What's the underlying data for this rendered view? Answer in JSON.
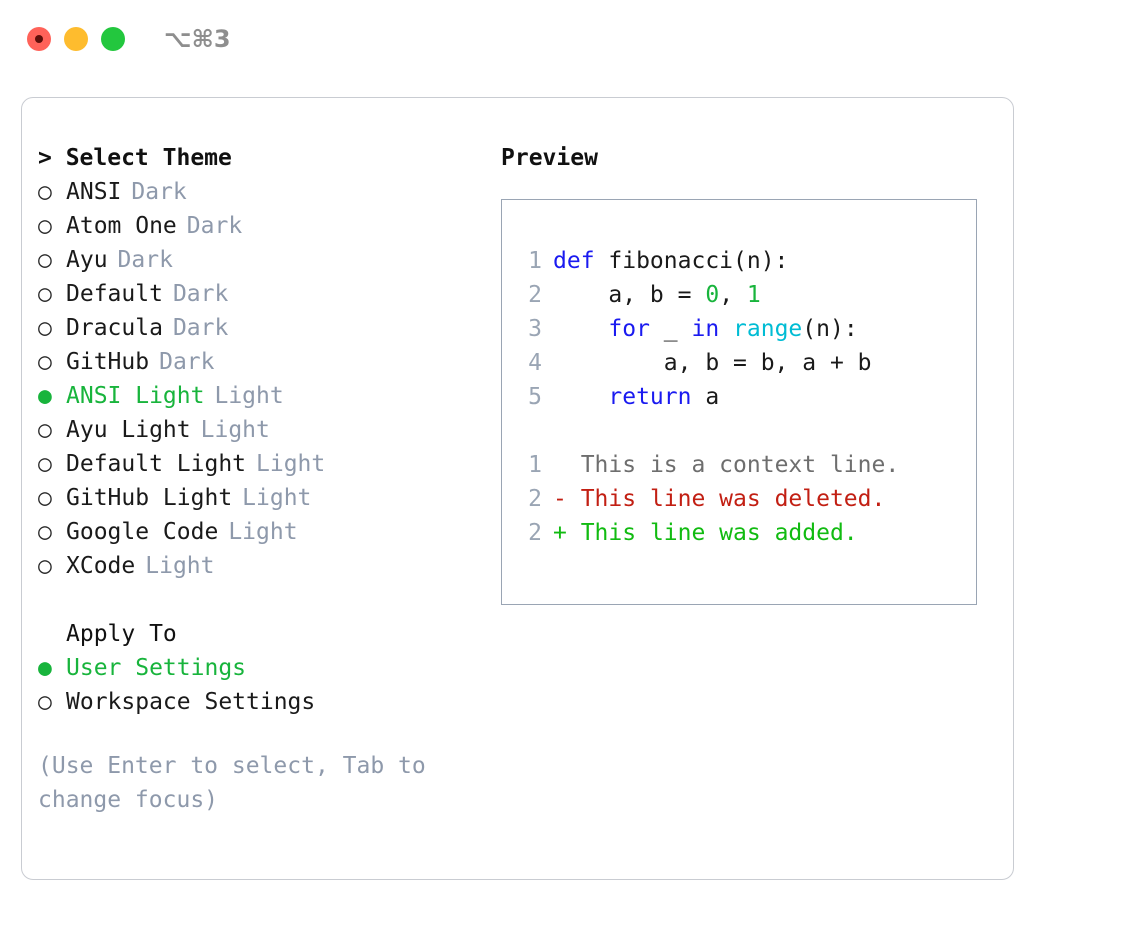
{
  "titlebar": {
    "shortcut": "⌥⌘3",
    "lights": [
      {
        "name": "close",
        "color": "#ff6259"
      },
      {
        "name": "minimize",
        "color": "#febc2e"
      },
      {
        "name": "maximize",
        "color": "#23c73e"
      }
    ]
  },
  "theme_list": {
    "header": "> Select Theme",
    "items": [
      {
        "bullet": "○",
        "name": "ANSI",
        "kind": "Dark",
        "selected": false
      },
      {
        "bullet": "○",
        "name": "Atom One",
        "kind": "Dark",
        "selected": false
      },
      {
        "bullet": "○",
        "name": "Ayu",
        "kind": "Dark",
        "selected": false
      },
      {
        "bullet": "○",
        "name": "Default",
        "kind": "Dark",
        "selected": false
      },
      {
        "bullet": "○",
        "name": "Dracula",
        "kind": "Dark",
        "selected": false
      },
      {
        "bullet": "○",
        "name": "GitHub",
        "kind": "Dark",
        "selected": false
      },
      {
        "bullet": "●",
        "name": "ANSI Light",
        "kind": "Light",
        "selected": true
      },
      {
        "bullet": "○",
        "name": "Ayu Light",
        "kind": "Light",
        "selected": false
      },
      {
        "bullet": "○",
        "name": "Default Light",
        "kind": "Light",
        "selected": false
      },
      {
        "bullet": "○",
        "name": "GitHub Light",
        "kind": "Light",
        "selected": false
      },
      {
        "bullet": "○",
        "name": "Google Code",
        "kind": "Light",
        "selected": false
      },
      {
        "bullet": "○",
        "name": "XCode",
        "kind": "Light",
        "selected": false
      }
    ]
  },
  "apply_to": {
    "header": "Apply To",
    "items": [
      {
        "bullet": "●",
        "name": "User Settings",
        "selected": true
      },
      {
        "bullet": "○",
        "name": "Workspace Settings",
        "selected": false
      }
    ]
  },
  "hint": "(Use Enter to select, Tab to change focus)",
  "preview": {
    "title": "Preview",
    "code_lines": [
      {
        "no": "1",
        "tokens": [
          {
            "t": "def ",
            "c": "kw"
          },
          {
            "t": "fibonacci(n):",
            "c": "txt"
          }
        ]
      },
      {
        "no": "2",
        "tokens": [
          {
            "t": "    a, b = ",
            "c": "txt"
          },
          {
            "t": "0",
            "c": "num"
          },
          {
            "t": ", ",
            "c": "txt"
          },
          {
            "t": "1",
            "c": "num"
          }
        ]
      },
      {
        "no": "3",
        "tokens": [
          {
            "t": "    ",
            "c": "txt"
          },
          {
            "t": "for",
            "c": "kw"
          },
          {
            "t": " _ ",
            "c": "txt"
          },
          {
            "t": "in",
            "c": "kw"
          },
          {
            "t": " ",
            "c": "txt"
          },
          {
            "t": "range",
            "c": "fn"
          },
          {
            "t": "(n):",
            "c": "txt"
          }
        ]
      },
      {
        "no": "4",
        "tokens": [
          {
            "t": "        a, b = b, a + b",
            "c": "txt"
          }
        ]
      },
      {
        "no": "5",
        "tokens": [
          {
            "t": "    ",
            "c": "txt"
          },
          {
            "t": "return",
            "c": "kw"
          },
          {
            "t": " a",
            "c": "txt"
          }
        ]
      }
    ],
    "diff_lines": [
      {
        "no": "1",
        "marker": "  ",
        "text": "This is a context line.",
        "c": "ctx"
      },
      {
        "no": "2",
        "marker": "- ",
        "text": "This line was deleted.",
        "c": "del"
      },
      {
        "no": "2",
        "marker": "+ ",
        "text": "This line was added.",
        "c": "add"
      }
    ]
  },
  "colors": {
    "accent_green": "#18b43c",
    "muted": "#8e99ab",
    "keyword_blue": "#1a1af0",
    "function_cyan": "#00bcd4",
    "diff_deleted": "#c21f13",
    "diff_added": "#11bb11",
    "panel_border": "#c9ccd2",
    "preview_border": "#9aa5b4"
  }
}
